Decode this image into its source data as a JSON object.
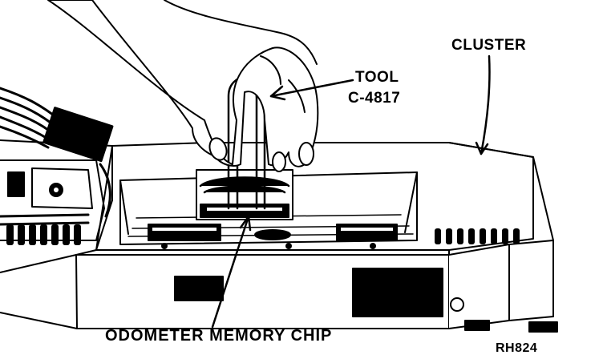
{
  "labels": {
    "tool": "TOOL",
    "tool_number": "C-4817",
    "cluster": "CLUSTER",
    "chip": "ODOMETER MEMORY CHIP",
    "figure_code": "RH824"
  },
  "colors": {
    "ink": "#000000",
    "paper": "#ffffff"
  }
}
